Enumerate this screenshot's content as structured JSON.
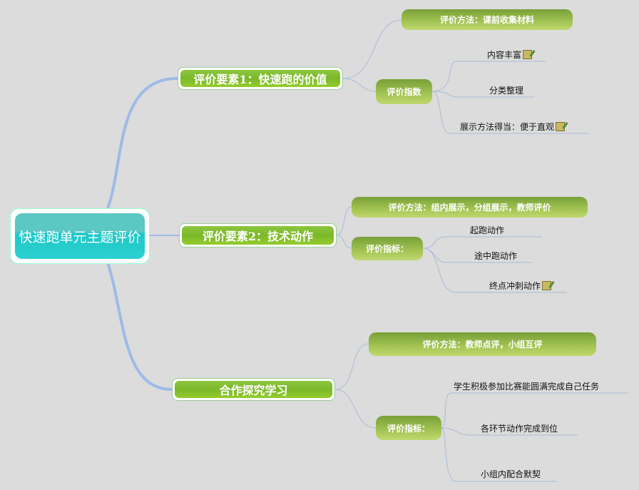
{
  "root": {
    "label": "快速跑单元主题评价"
  },
  "branches": [
    {
      "label": "评价要素1：快速跑的价值",
      "method": "评价方法：课前收集材料",
      "index_label": "评价指数",
      "leaves": [
        {
          "label": "内容丰富",
          "note": true
        },
        {
          "label": "分类整理",
          "note": false
        },
        {
          "label": "展示方法得当：便于直观",
          "note": true
        }
      ]
    },
    {
      "label": "评价要素2：技术动作",
      "method": "评价方法：组内展示，分组展示，教师评价",
      "index_label": "评价指标：",
      "leaves": [
        {
          "label": "起跑动作",
          "note": false
        },
        {
          "label": "途中跑动作",
          "note": false
        },
        {
          "label": "终点冲刺动作",
          "note": true
        }
      ]
    },
    {
      "label": "合作探究学习",
      "method": "评价方法：教师点评，小组互评",
      "index_label": "评价指标：",
      "leaves": [
        {
          "label": "学生积极参加比赛能圆满完成自己任务",
          "note": false
        },
        {
          "label": "各环节动作完成到位",
          "note": false
        },
        {
          "label": "小组内配合默契",
          "note": false
        }
      ]
    }
  ],
  "colors": {
    "background": "#dcdcdc",
    "connector": "#a8bcd8",
    "root": "#2dd0d0",
    "branch": "#8dc63f"
  }
}
